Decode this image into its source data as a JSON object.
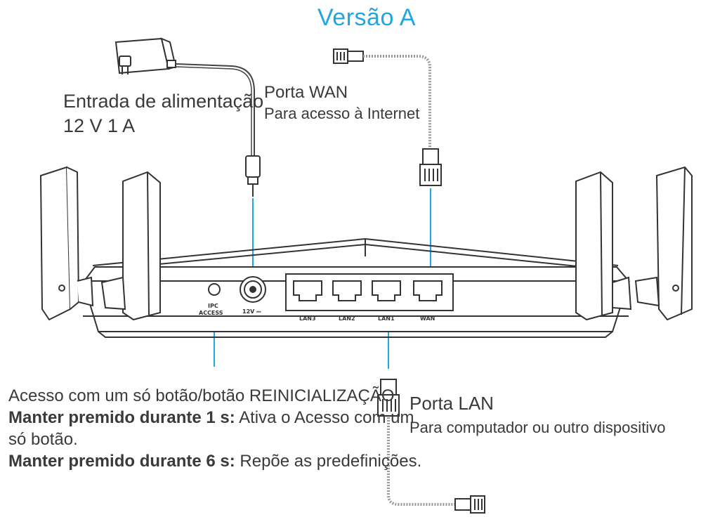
{
  "title": "Versão A",
  "power": {
    "line1": "Entrada de alimentação",
    "line2": "12 V 1 A"
  },
  "wan": {
    "title": "Porta WAN",
    "desc": "Para acesso à Internet"
  },
  "lan": {
    "title": "Porta LAN",
    "desc": "Para computador ou outro dispositivo"
  },
  "button": {
    "line1": "Acesso com um só botão/botão REINICIALIZAÇÃO",
    "hold1_bold": "Manter premido durante 1 s:",
    "hold1_text": " Ativa o Acesso com um",
    "hold1_cont": "só botão.",
    "hold6_bold": "Manter premido durante 6 s:",
    "hold6_text": " Repõe as predefinições."
  },
  "device": {
    "wps_label_1": "IPC",
    "wps_label_2": "ACCESS",
    "dc_label": "12V ⎓",
    "ports": [
      "LAN3",
      "LAN2",
      "LAN1",
      "WAN"
    ]
  },
  "colors": {
    "accent": "#1ea7e0",
    "line": "#333333",
    "cable": "#999999"
  }
}
